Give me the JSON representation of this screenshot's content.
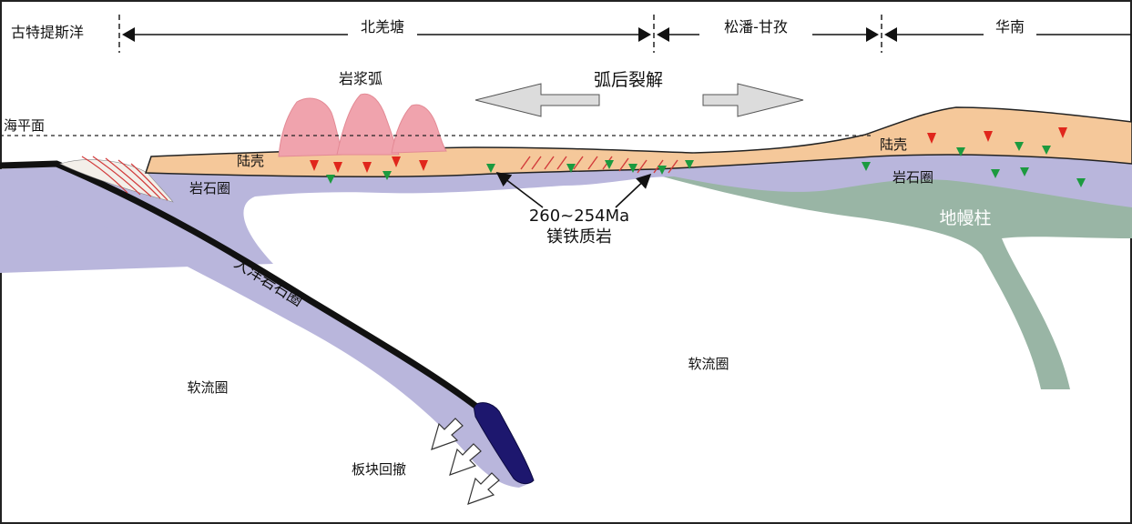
{
  "regions": {
    "paleo_tethys": "古特提斯洋",
    "north_qiangtang": "北羌塘",
    "songpan_ganzi": "松潘-甘孜",
    "south_china": "华南"
  },
  "labels": {
    "magmatic_arc": "岩浆弧",
    "back_arc_rifting": "弧后裂解",
    "sea_level": "海平面",
    "continental_crust_left": "陆壳",
    "continental_crust_right": "陆壳",
    "lithosphere_left": "岩石圈",
    "lithosphere_right": "岩石圈",
    "mantle_plume": "地幔柱",
    "mafic_age": "260~254Ma",
    "mafic_rock": "镁铁质岩",
    "oceanic_lithosphere": "大洋岩石圈",
    "asthenosphere_left": "软流圈",
    "asthenosphere_right": "软流圈",
    "slab_rollback": "板块回撤"
  },
  "colors": {
    "crust": "#f5c89a",
    "lithosphere": "#b9b6dc",
    "mantle_plume": "#99b5a5",
    "arc_volcano": "#f0a3ad",
    "red_marker": "#e0261c",
    "green_marker": "#1c9a3f",
    "slab_tip": "#1d176e"
  }
}
